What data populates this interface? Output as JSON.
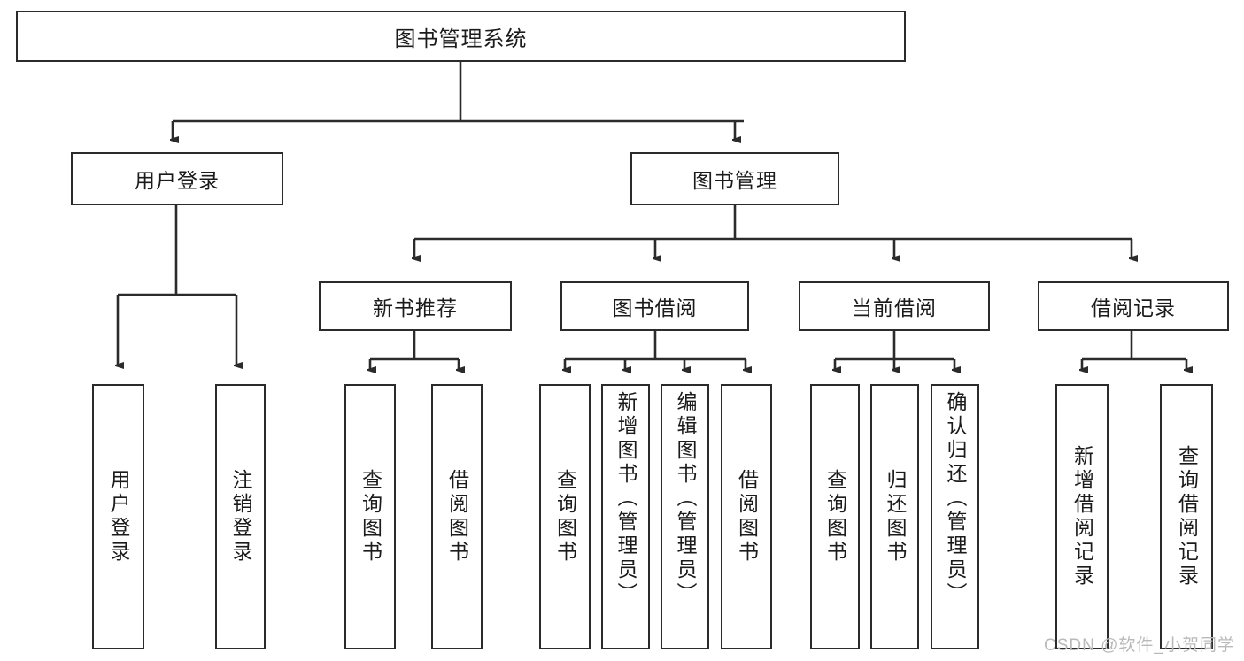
{
  "diagram": {
    "type": "tree-hierarchy",
    "title": "图书管理系统",
    "watermark": "CSDN @软件_小贺同学",
    "colors": {
      "stroke": "#2b2b2b",
      "fill": "#ffffff",
      "text": "#1b1b1b",
      "watermark": "#b9b9b9"
    },
    "root": {
      "label": "图书管理系统"
    },
    "level2": [
      {
        "label": "用户登录"
      },
      {
        "label": "图书管理"
      }
    ],
    "level3": [
      {
        "label": "新书推荐"
      },
      {
        "label": "图书借阅"
      },
      {
        "label": "当前借阅"
      },
      {
        "label": "借阅记录"
      }
    ],
    "leaves": {
      "user_login": [
        {
          "label": "用户登录"
        },
        {
          "label": "注销登录"
        }
      ],
      "new_book_recommend": [
        {
          "label": "查询图书"
        },
        {
          "label": "借阅图书"
        }
      ],
      "book_borrow": [
        {
          "label": "查询图书"
        },
        {
          "label": "新增图书（管理员）"
        },
        {
          "label": "编辑图书（管理员）"
        },
        {
          "label": "借阅图书"
        }
      ],
      "current_borrow": [
        {
          "label": "查询图书"
        },
        {
          "label": "归还图书"
        },
        {
          "label": "确认归还（管理员）"
        }
      ],
      "borrow_record": [
        {
          "label": "新增借阅记录"
        },
        {
          "label": "查询借阅记录"
        }
      ]
    }
  }
}
